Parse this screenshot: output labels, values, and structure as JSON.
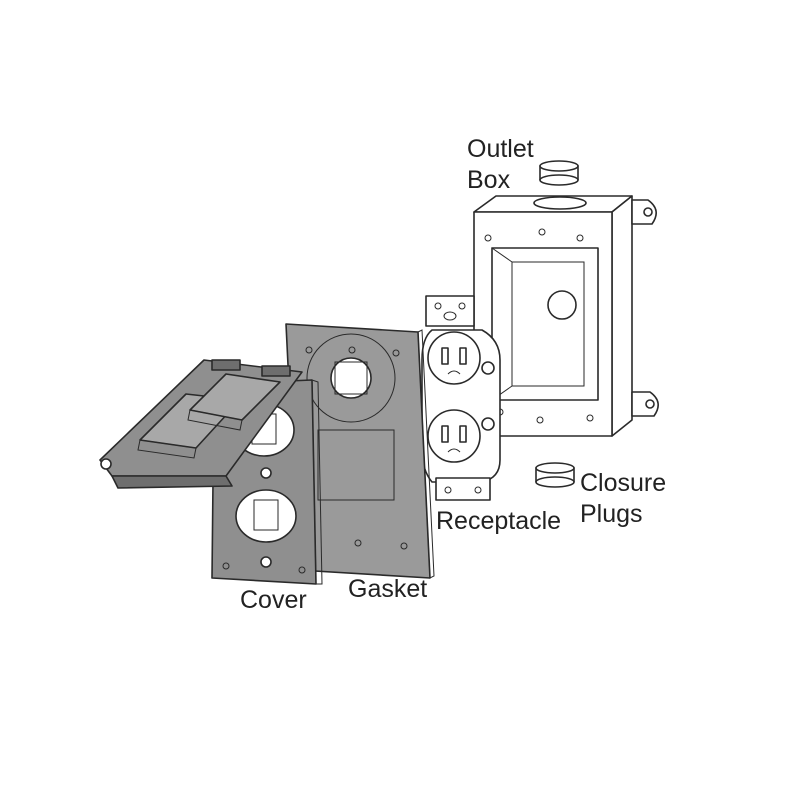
{
  "labels": {
    "outlet_box": [
      "Outlet",
      "Box"
    ],
    "closure_plugs": [
      "Closure",
      "Plugs"
    ],
    "receptacle": "Receptacle",
    "gasket": "Gasket",
    "cover": "Cover"
  },
  "colors": {
    "stroke": "#2a2a2a",
    "cover_fill": "#8f8f8f",
    "cover_dark": "#6e6e6e",
    "gasket_fill": "#9a9a9a",
    "gasket_dark": "#7d7d7d",
    "part_fill": "#ffffff",
    "label_text": "#222222"
  }
}
